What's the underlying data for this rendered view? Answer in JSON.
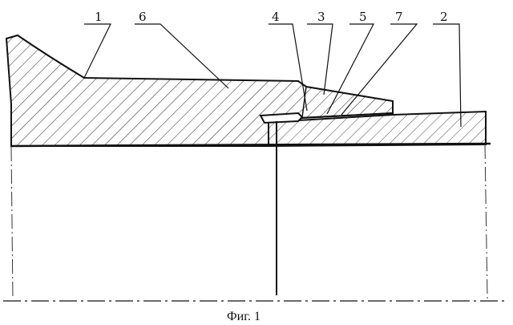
{
  "figure": {
    "caption": "Фиг. 1",
    "labels": {
      "p1": "1",
      "p6": "6",
      "p4": "4",
      "p3": "3",
      "p5": "5",
      "p7": "7",
      "p2": "2"
    }
  }
}
